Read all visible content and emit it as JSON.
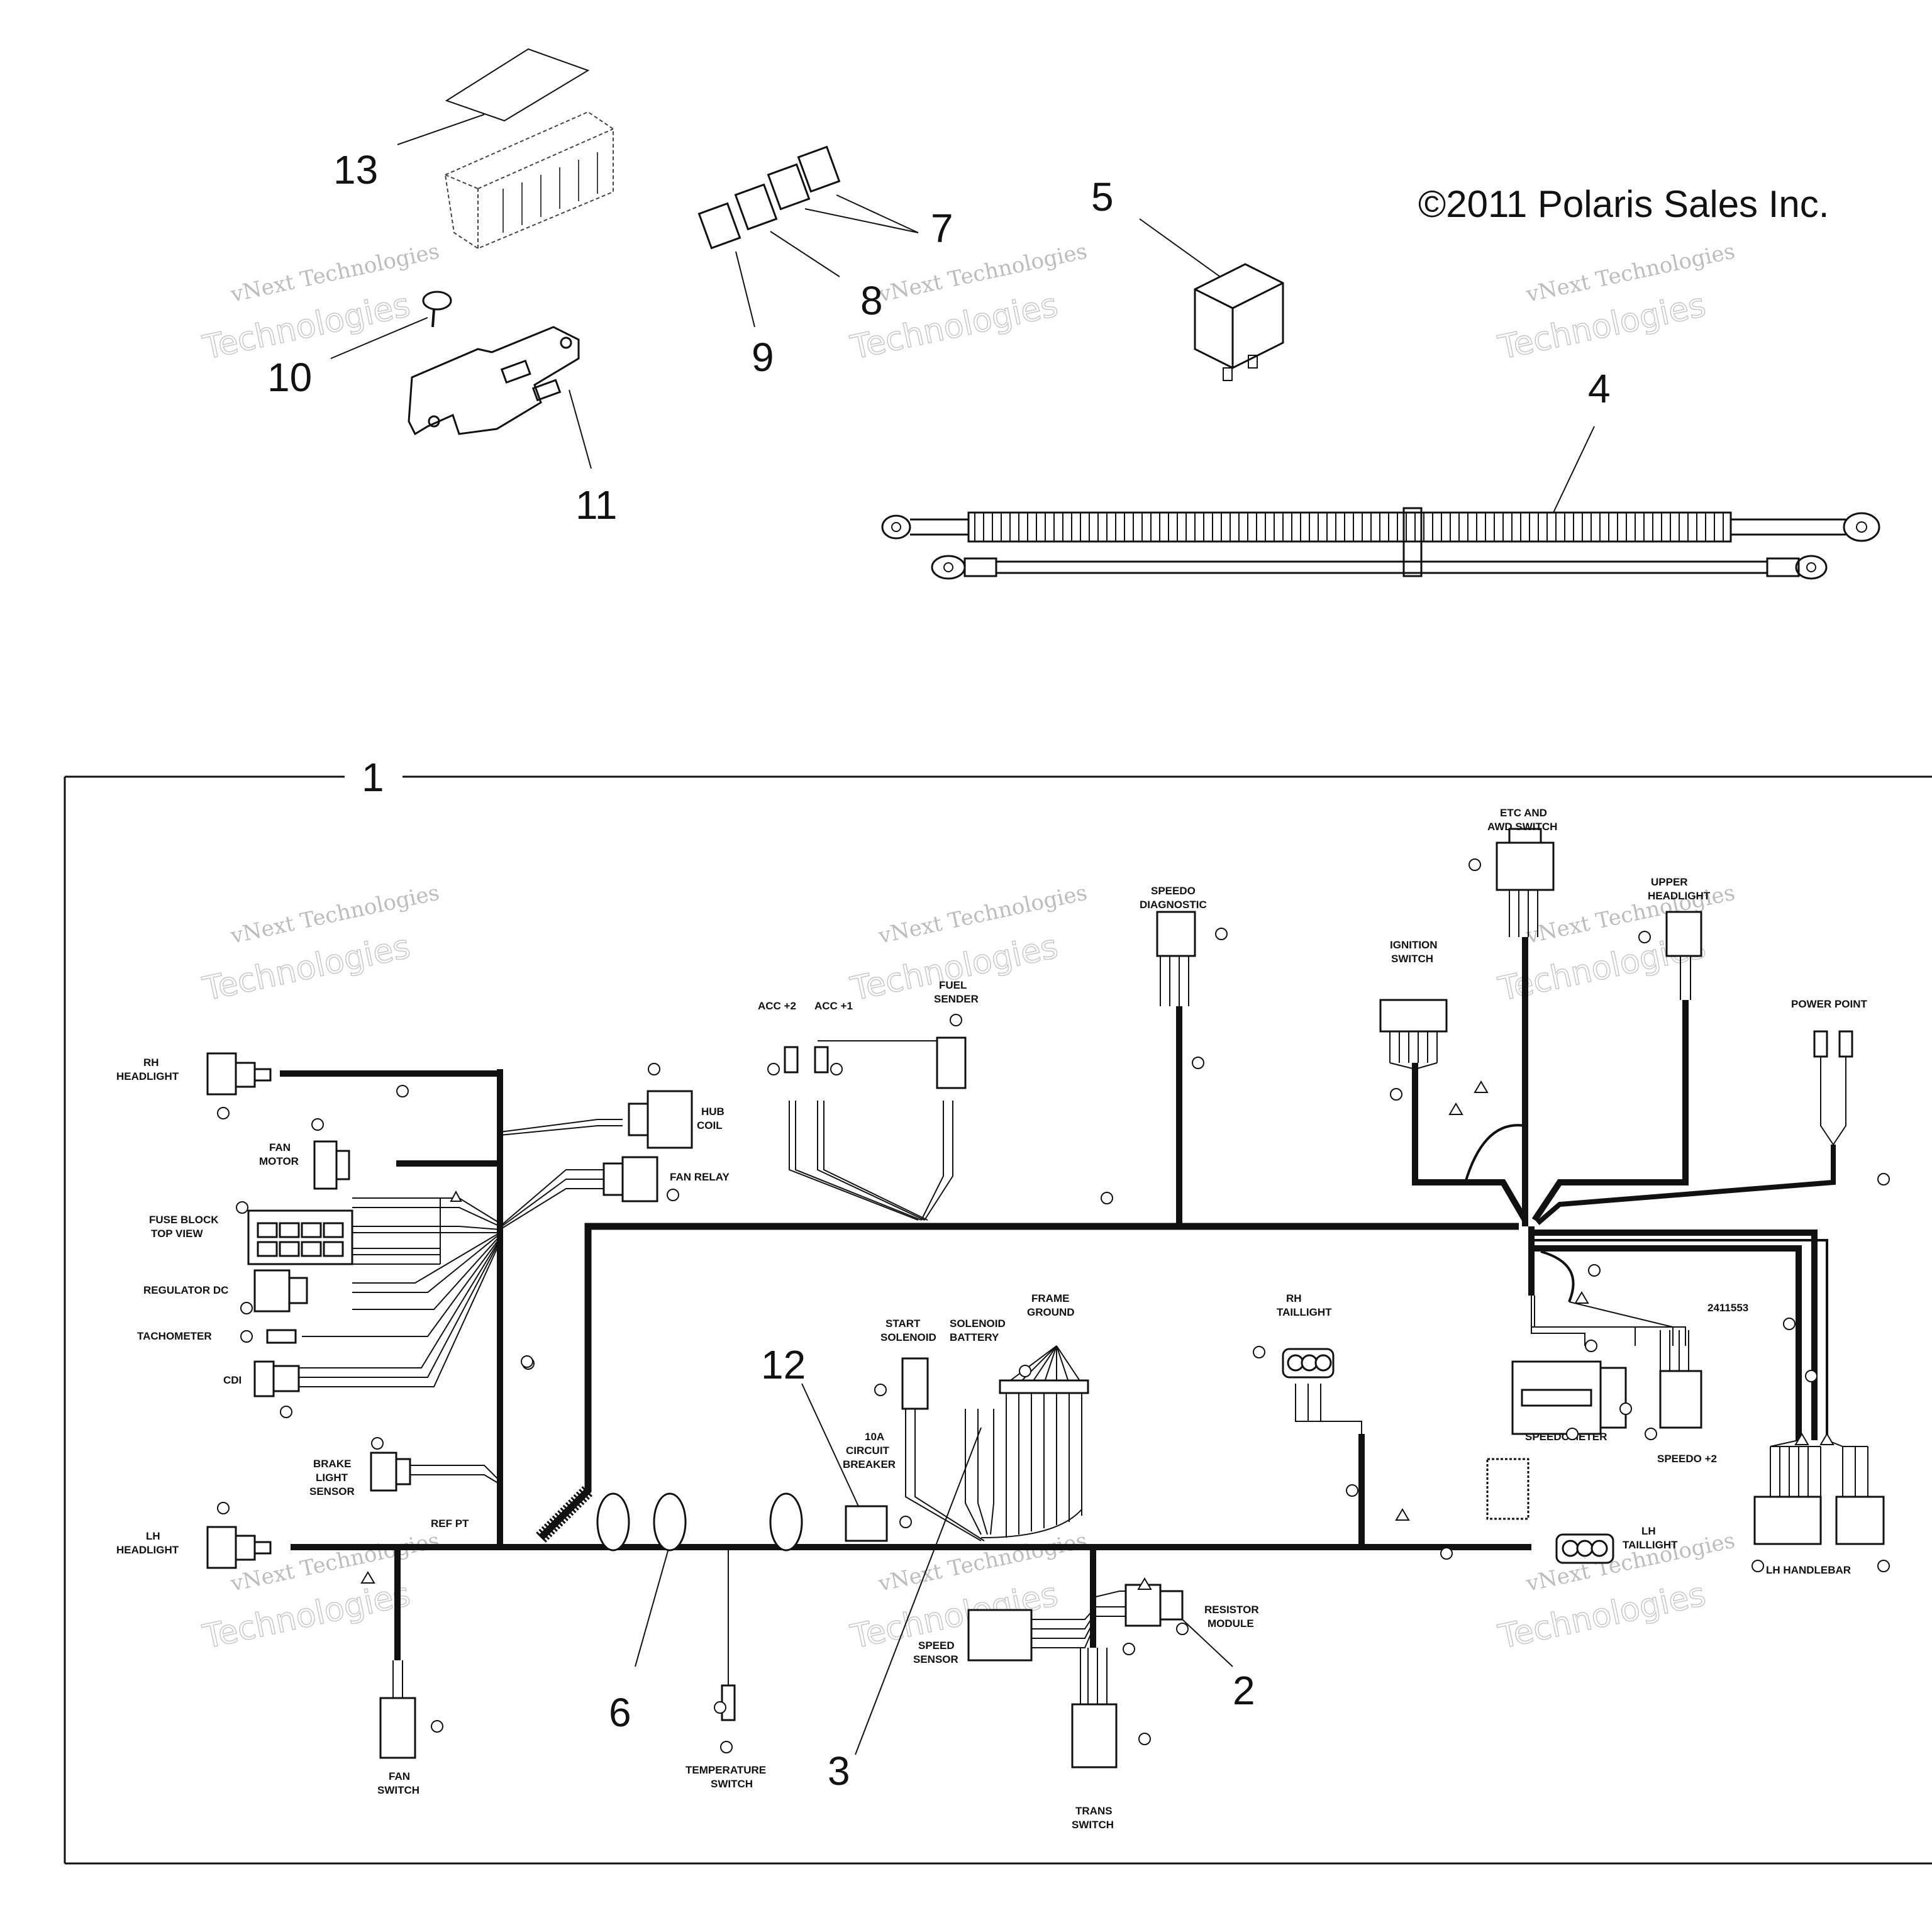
{
  "copyright": "©2011 Polaris Sales Inc.",
  "harness_part_number": "2411553",
  "watermark": {
    "line1": "vNext Technologies",
    "line2": "Technologies"
  },
  "callouts": {
    "c1": "1",
    "c2": "2",
    "c3": "3",
    "c4": "4",
    "c5": "5",
    "c6": "6",
    "c7": "7",
    "c8": "8",
    "c9": "9",
    "c10": "10",
    "c11": "11",
    "c12": "12",
    "c13": "13"
  },
  "labels": {
    "rh_headlight": [
      "RH",
      "HEADLIGHT"
    ],
    "fan_motor": [
      "FAN",
      "MOTOR"
    ],
    "fuse_block": [
      "FUSE BLOCK",
      "TOP VIEW"
    ],
    "regulator": "REGULATOR DC",
    "tachometer": "TACHOMETER",
    "cdi": "CDI",
    "brake_light": [
      "BRAKE",
      "LIGHT",
      "SENSOR"
    ],
    "lh_headlight": [
      "LH",
      "HEADLIGHT"
    ],
    "ref_pt": "REF PT",
    "fan_switch": [
      "FAN",
      "SWITCH"
    ],
    "hub_coil": [
      "HUB",
      "COIL"
    ],
    "fan_relay": "FAN RELAY",
    "acc2": "ACC +2",
    "acc1": "ACC +1",
    "fuel_sender": [
      "FUEL",
      "SENDER"
    ],
    "speedo_diag": [
      "SPEEDO",
      "DIAGNOSTIC"
    ],
    "start_solenoid": [
      "START",
      "SOLENOID"
    ],
    "solenoid_battery": [
      "SOLENOID",
      "BATTERY"
    ],
    "frame_ground": [
      "FRAME",
      "GROUND"
    ],
    "circuit_breaker": [
      "10A",
      "CIRCUIT",
      "BREAKER"
    ],
    "temp_switch": [
      "TEMPERATURE",
      "SWITCH"
    ],
    "speed_sensor": [
      "SPEED",
      "SENSOR"
    ],
    "trans_switch": [
      "TRANS",
      "SWITCH"
    ],
    "resistor_module": [
      "RESISTOR",
      "MODULE"
    ],
    "ignition_switch": [
      "IGNITION",
      "SWITCH"
    ],
    "etc_awd": [
      "ETC AND",
      "AWD SWITCH"
    ],
    "upper_headlight": [
      "UPPER",
      "HEADLIGHT"
    ],
    "power_point": "POWER POINT",
    "rh_taillight": [
      "RH",
      "TAILLIGHT"
    ],
    "speedometer": "SPEEDOMETER",
    "speedo_plus2": "SPEEDO +2",
    "lh_taillight": [
      "LH",
      "TAILLIGHT"
    ],
    "lh_handlebar": "LH HANDLEBAR"
  }
}
